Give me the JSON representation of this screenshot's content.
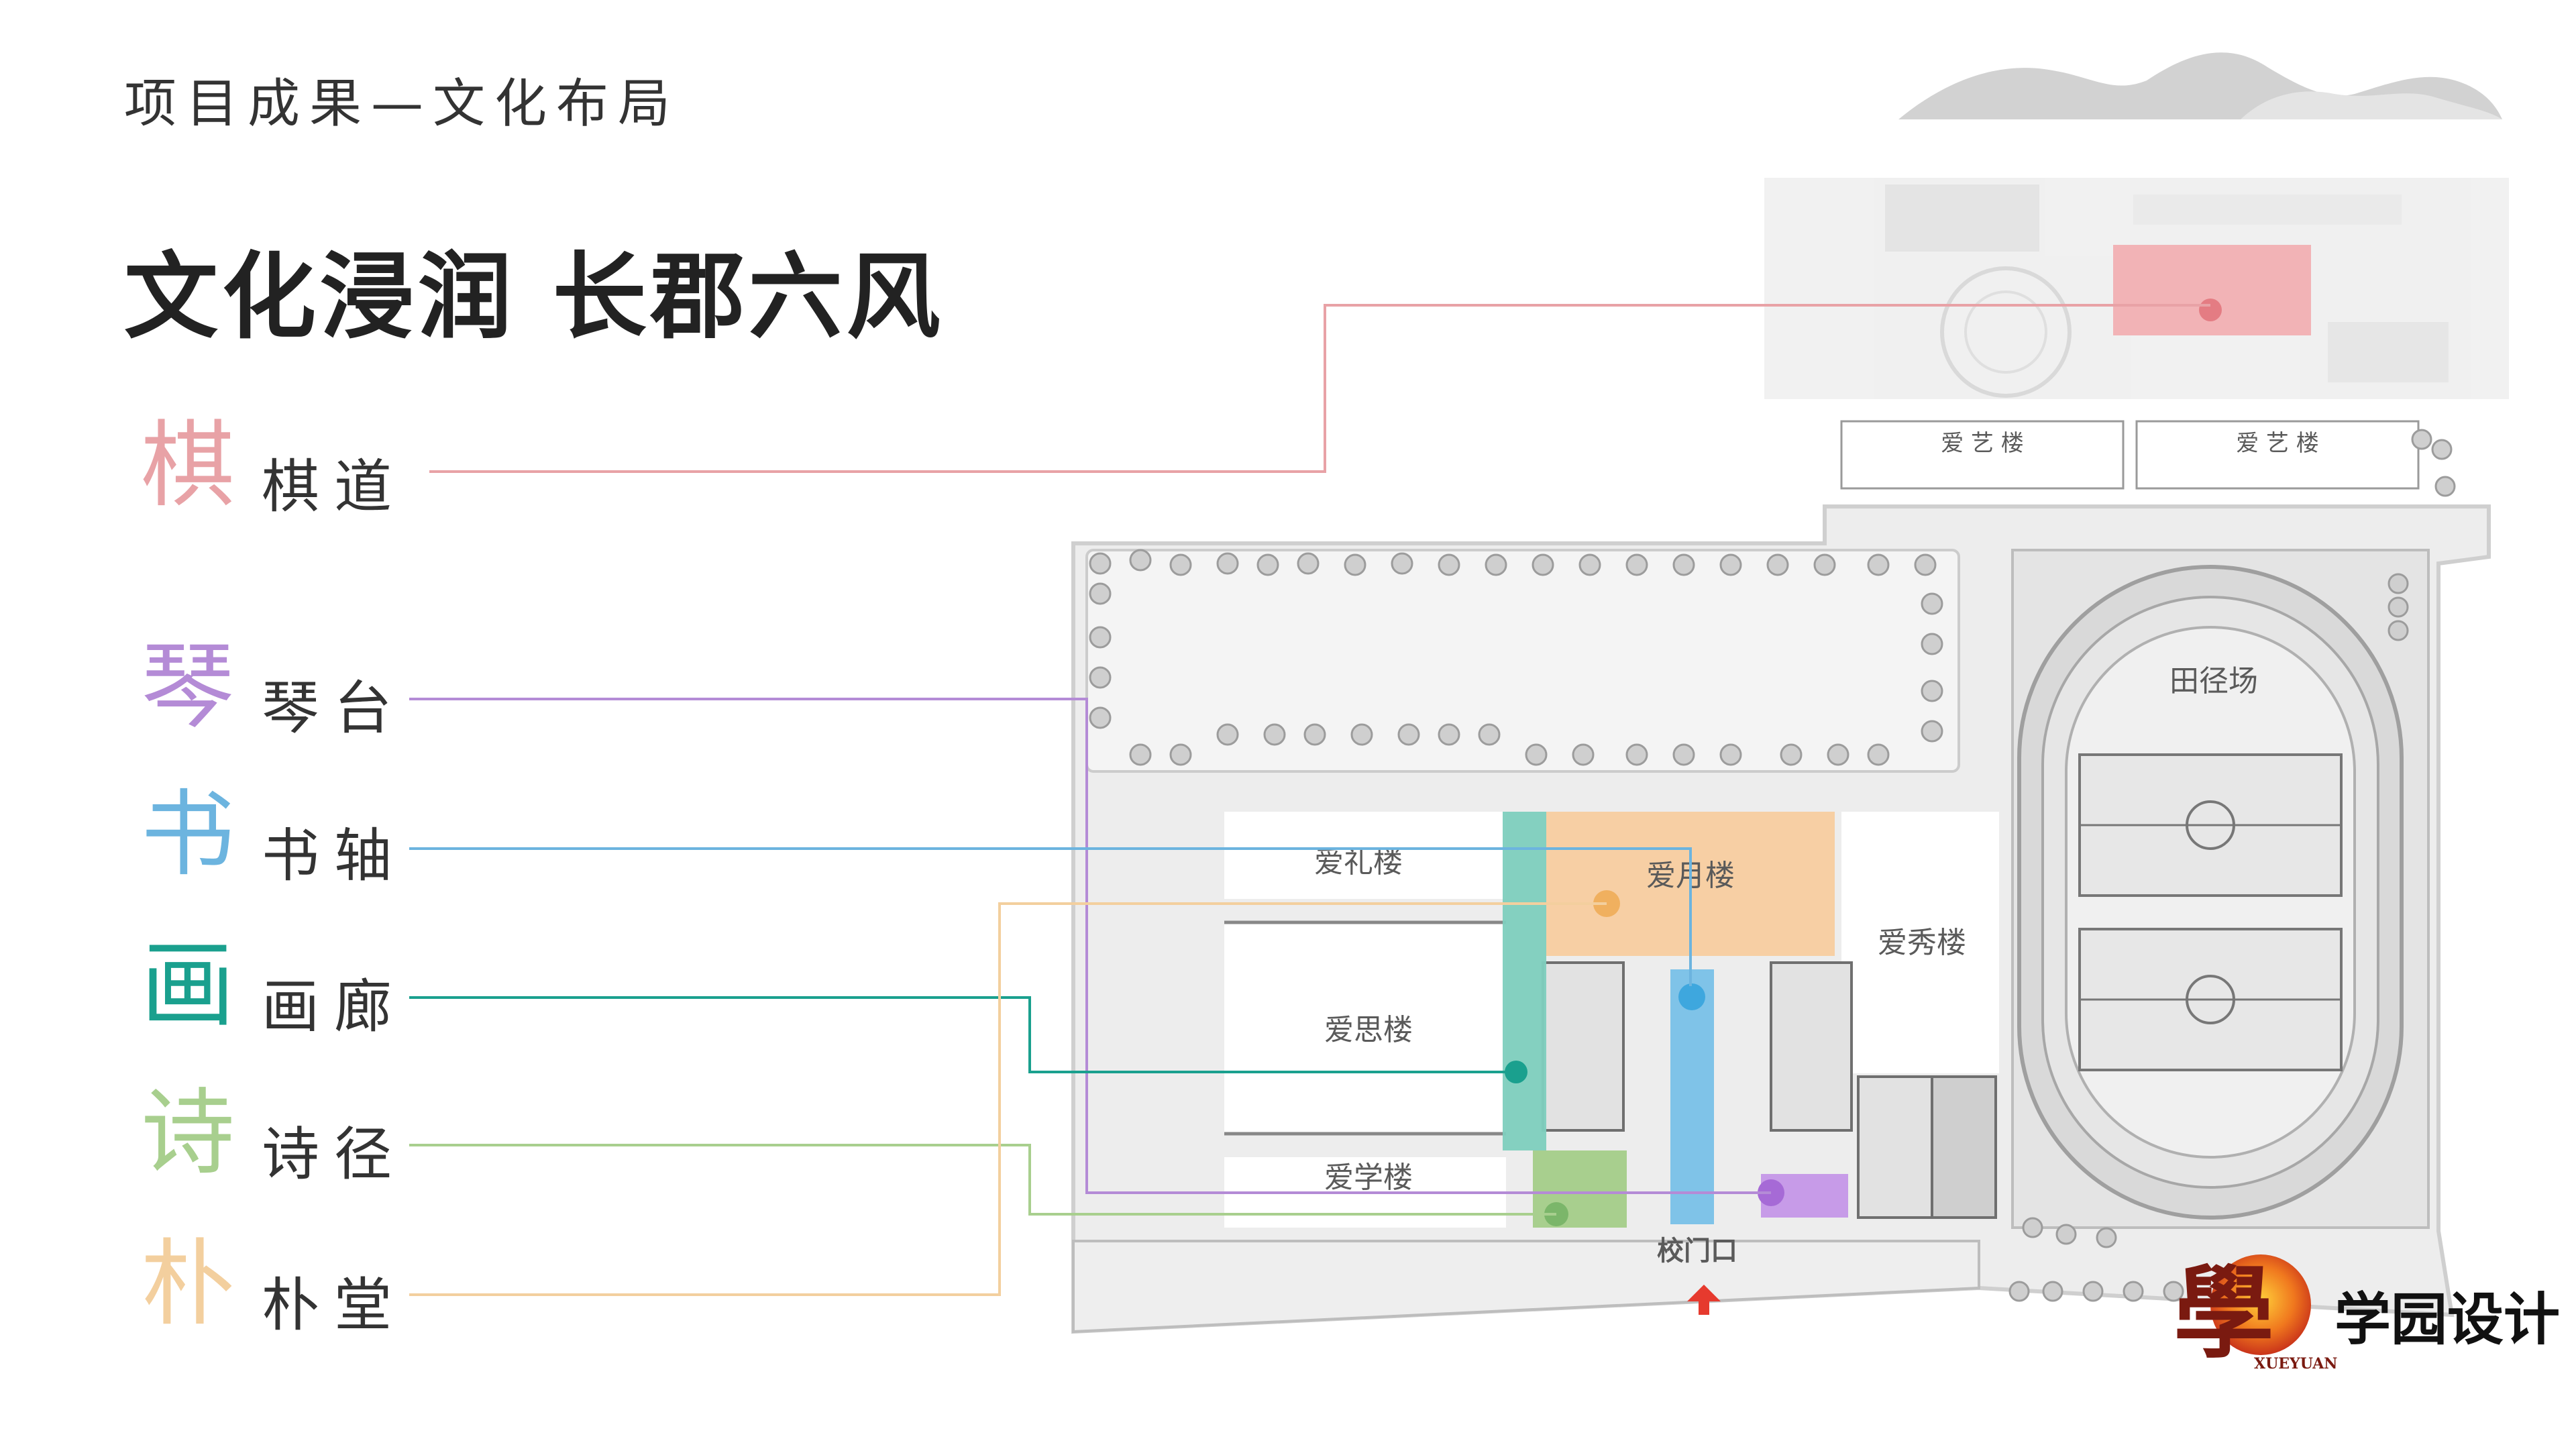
{
  "header": {
    "subtitle": "项目成果—文化布局",
    "title": "文化浸润 长郡六风"
  },
  "legend": [
    {
      "char": "棋",
      "label": "棋道",
      "color": "#e8a2a6"
    },
    {
      "char": "琴",
      "label": "琴台",
      "color": "#b48bd6"
    },
    {
      "char": "书",
      "label": "书轴",
      "color": "#6cb4df"
    },
    {
      "char": "画",
      "label": "画廊",
      "color": "#1aa08e"
    },
    {
      "char": "诗",
      "label": "诗径",
      "color": "#a8cf8e"
    },
    {
      "char": "朴",
      "label": "朴堂",
      "color": "#f3cf9e"
    }
  ],
  "map": {
    "buildings": {
      "aiyi_1": "爱 艺 楼",
      "aiyi_2": "爱 艺 楼",
      "aili": "爱礼楼",
      "aiyue": "爱月楼",
      "aisi": "爱思楼",
      "aixiu": "爱秀楼",
      "aixue": "爱学楼"
    },
    "field": "田径场",
    "gate": "校门口"
  },
  "brand": {
    "name": "学园设计",
    "sub": "XUEYUAN",
    "logo_char": "學"
  }
}
